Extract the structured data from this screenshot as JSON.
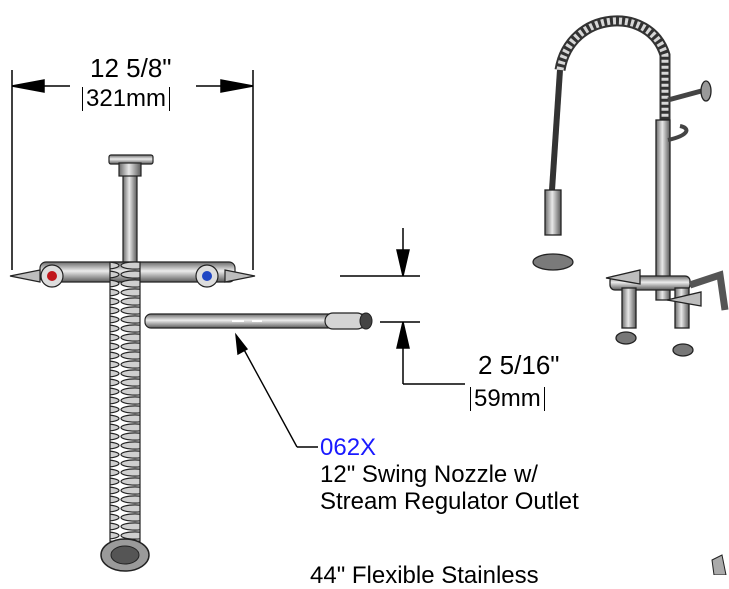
{
  "dimensions": {
    "width_in": "12 5/8\"",
    "width_mm": "321mm",
    "height_in": "2 5/16\"",
    "height_mm": "59mm"
  },
  "callouts": {
    "nozzle_code": "062X",
    "nozzle_line1": "12\" Swing Nozzle w/",
    "nozzle_line2": "Stream Regulator Outlet",
    "hose_partial": "44\" Flexible Stainless"
  },
  "colors": {
    "code_blue": "#1a1aff",
    "hot_red": "#c0161b",
    "cold_blue": "#1f46c4",
    "metal": "#b9b9b9",
    "metal_dark": "#555555"
  }
}
